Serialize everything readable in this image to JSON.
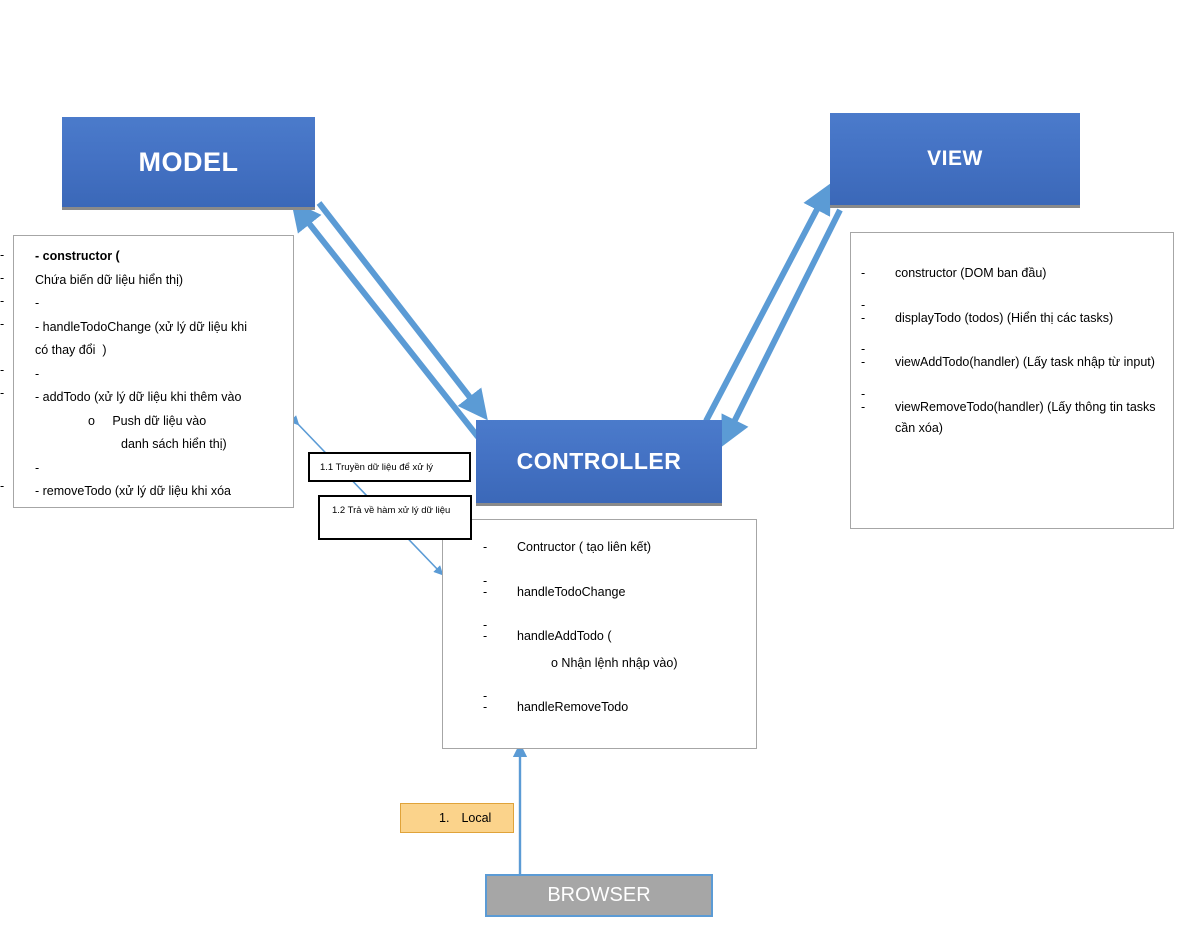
{
  "boxes": {
    "model": {
      "title": "MODEL",
      "color": "#4472C4"
    },
    "view": {
      "title": "VIEW",
      "color": "#4472C4"
    },
    "controller": {
      "title": "CONTROLLER",
      "color": "#4472C4"
    },
    "browser": {
      "title": "BROWSER",
      "fill": "#A6A6A6",
      "border": "#5B9BD5"
    },
    "local": {
      "number": "1.",
      "label": "Local",
      "fill": "#FBD38B",
      "border": "#E0A33A"
    }
  },
  "model_detail": {
    "outer_dashes": [
      "-",
      "-",
      "-",
      "-",
      "-",
      "-",
      "-"
    ],
    "lines": [
      "- constructor (",
      "Chứa biến dữ liệu hiển thị)",
      "-",
      "- handleTodoChange (xử lý dữ liệu khi",
      "có thay đổi  )",
      "-",
      "- addTodo (xử lý dữ liệu khi thêm vào",
      "o     Push dữ liệu vào",
      "danh sách hiển thị)",
      "-",
      "- removeTodo (xử lý dữ liệu khi xóa"
    ]
  },
  "view_detail": {
    "items": [
      {
        "dash": "-",
        "text": "constructor (DOM ban đầu)"
      },
      {
        "dash": "-",
        "text": ""
      },
      {
        "dash": "-",
        "text": "displayTodo (todos) (Hiển thị các tasks)"
      },
      {
        "dash": "-",
        "text": ""
      },
      {
        "dash": "-",
        "text": "viewAddTodo(handler) (Lấy task nhập từ input)"
      },
      {
        "dash": "-",
        "text": ""
      },
      {
        "dash": "-",
        "text": "viewRemoveTodo(handler) (Lấy thông tin tasks cần xóa)"
      }
    ]
  },
  "controller_detail": {
    "items": [
      {
        "dash": "-",
        "text": "Contructor ( tạo liên kết)"
      },
      {
        "dash": "-",
        "text": ""
      },
      {
        "dash": "-",
        "text": "handleTodoChange"
      },
      {
        "dash": "-",
        "text": ""
      },
      {
        "dash": "-",
        "text": "handleAddTodo (",
        "sub": "o     Nhận lệnh nhập vào)"
      },
      {
        "dash": "-",
        "text": ""
      },
      {
        "dash": "-",
        "text": "handleRemoveTodo"
      }
    ]
  },
  "callouts": {
    "step_11": "1.1 Truyền dữ liệu để xử lý",
    "step_12": "1.2 Trả về hàm xử lý dữ liệu"
  },
  "arrows": {
    "color": "#5B9BD5",
    "model_controller": "bidirectional",
    "view_controller": "bidirectional",
    "callout_link": "bidirectional",
    "browser_controller": "up"
  }
}
